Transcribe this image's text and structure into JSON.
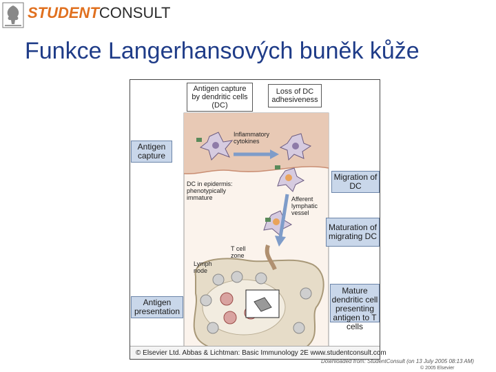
{
  "header": {
    "brand_student": "STUDENT",
    "brand_consult": "CONSULT",
    "title": "Funkce Langerhansových buněk kůže"
  },
  "figure": {
    "top_labels": {
      "antigen_capture_dc": "Antigen capture by dendritic cells (DC)",
      "loss_adhesiveness": "Loss of DC adhesiveness"
    },
    "left_stages": [
      "Antigen capture",
      "Antigen presentation"
    ],
    "right_stages": [
      "Migration of DC",
      "Maturation of migrating DC",
      "Mature dendritic cell presenting antigen to T cells"
    ],
    "annotations": {
      "inflammatory_cytokines": "Inflammatory cytokines",
      "dc_in_epidermis": "DC in epidermis: phenotypically immature",
      "afferent_lymphatic": "Afferent lymphatic vessel",
      "t_cell_zone": "T cell zone",
      "lymph_node": "Lymph node"
    },
    "copyright": "© Elsevier Ltd. Abbas & Lichtman: Basic Immunology 2E www.studentconsult.com"
  },
  "footer": {
    "download_note": "Downloaded from: StudentConsult (on 13 July 2005 08:13 AM)",
    "elsevier_copy": "© 2005 Elsevier"
  },
  "colors": {
    "title": "#1f3c88",
    "brand_orange": "#e0701f",
    "stage_fill": "#c9d7ea",
    "epidermis": "#e8c9b5",
    "lymph_node": "#e6dcc8"
  }
}
